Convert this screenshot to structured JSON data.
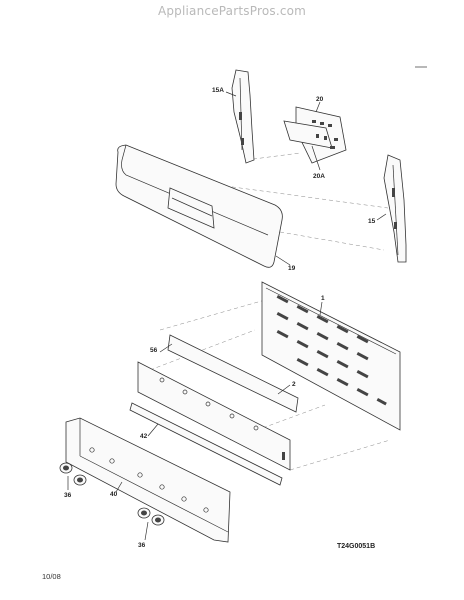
{
  "watermark": "AppliancePartsPros.com",
  "diagram_code": "T24G0051B",
  "date": "10/08",
  "labels": {
    "p15a": "15A",
    "p20": "20",
    "p20a": "20A",
    "p15": "15",
    "p19": "19",
    "p1": "1",
    "p56": "56",
    "p2": "2",
    "p42": "42",
    "p36a": "36",
    "p40": "40",
    "p36b": "36"
  }
}
